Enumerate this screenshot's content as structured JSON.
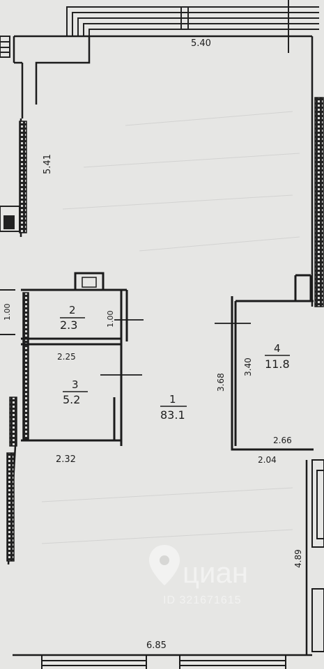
{
  "plan": {
    "dimensions": {
      "top_width": "5.40",
      "left_wall": "5.41",
      "bath_side_left": "1.00",
      "bath_side_right": "1.00",
      "bath_bottom": "2.25",
      "storage_bottom": "2.32",
      "room4_left_outer": "3.68",
      "room4_left_inner": "3.40",
      "room4_bottom_inner": "2.66",
      "room4_bottom_outer": "2.04",
      "right_wall_lower": "4.89",
      "bottom_width": "6.85"
    },
    "rooms": [
      {
        "number": "1",
        "area": "83.1"
      },
      {
        "number": "2",
        "area": "2.3"
      },
      {
        "number": "3",
        "area": "5.2"
      },
      {
        "number": "4",
        "area": "11.8"
      }
    ],
    "watermark": {
      "brand": "циан",
      "listing_id": "ID 321671615"
    }
  }
}
